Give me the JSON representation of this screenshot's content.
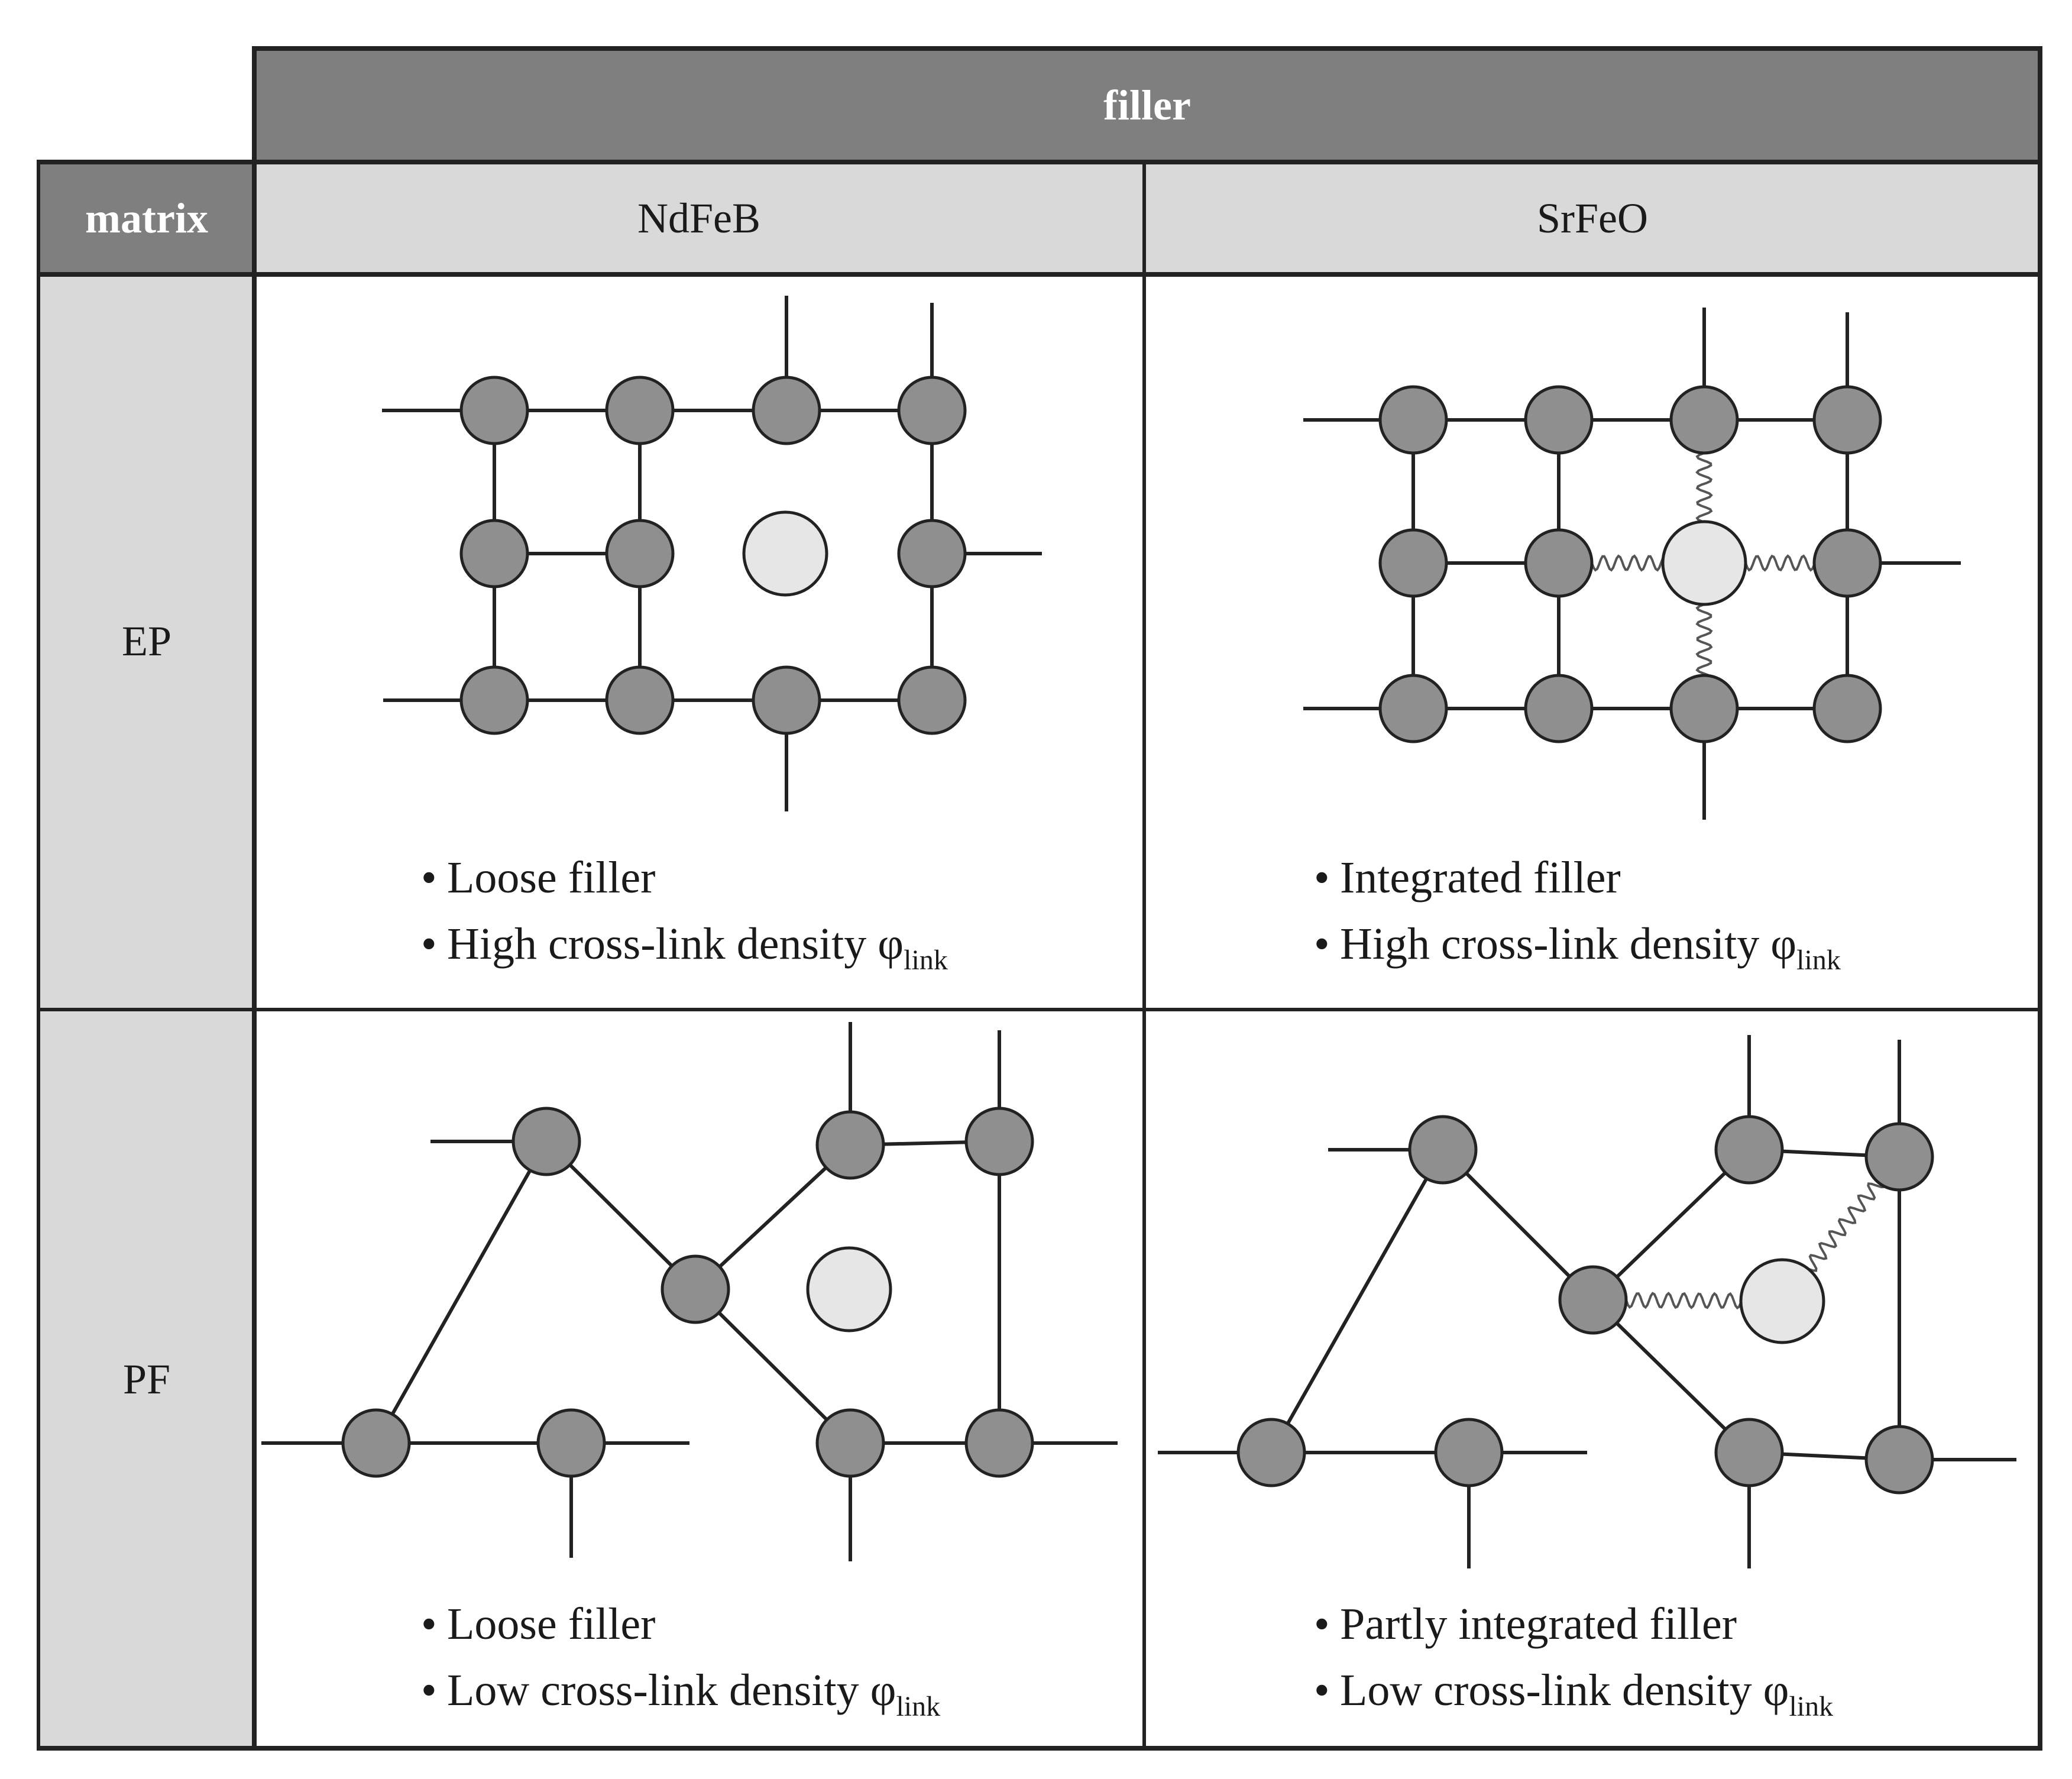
{
  "table": {
    "header_filler": "filler",
    "header_matrix": "matrix",
    "columns": [
      "NdFeB",
      "SrFeO"
    ],
    "rows": [
      "EP",
      "PF"
    ],
    "cells": [
      {
        "note1": "Loose filler",
        "note2_prefix": "High cross-link density",
        "phi": "φ",
        "sub": "link"
      },
      {
        "note1": "Integrated filler",
        "note2_prefix": "High cross-link density",
        "phi": "φ",
        "sub": "link"
      },
      {
        "note1": "Loose filler",
        "note2_prefix": "Low cross-link density",
        "phi": "φ",
        "sub": "link"
      },
      {
        "note1": "Partly integrated filler",
        "note2_prefix": "Low cross-link density",
        "phi": "φ",
        "sub": "link"
      }
    ]
  },
  "colors": {
    "header_bg": "#7f7f7f",
    "subheader_bg": "#d9d9d9",
    "node_fill": "#8f8f8f",
    "filler_fill": "#e6e6e6",
    "line": "#222222"
  }
}
